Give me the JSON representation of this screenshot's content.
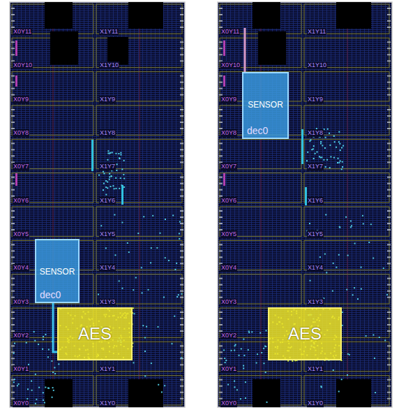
{
  "diagram": {
    "nodes": [
      {
        "text": [
          "SENSOR",
          "dec0"
        ]
      },
      {
        "text": [
          "AES"
        ]
      },
      {
        "text": [
          "SENSOR",
          "dec0"
        ]
      },
      {
        "text": [
          "AES"
        ]
      }
    ],
    "edges": [
      {
        "from": 0,
        "to": 1,
        "arrow": "none"
      }
    ],
    "labels": [
      "X0Y11",
      "X1Y11",
      "X0Y10",
      "X1Y10",
      "X0Y9",
      "X1Y9",
      "X0Y8",
      "X1Y8",
      "X0Y7",
      "X1Y7",
      "X0Y6",
      "X1Y6",
      "X0Y5",
      "X1Y5",
      "X0Y4",
      "X1Y4",
      "X0Y3",
      "X1Y3",
      "X0Y2",
      "X0Y1",
      "X1Y1",
      "X0Y0",
      "X1Y0",
      "X0Y11",
      "X1Y11",
      "X0Y10",
      "X1Y10",
      "X0Y9",
      "X1Y9",
      "X0Y8",
      "X1Y8",
      "X0Y7",
      "X1Y7",
      "X0Y6",
      "X1Y6",
      "X0Y5",
      "X1Y5",
      "X0Y4",
      "X1Y4",
      "X0Y3",
      "X1Y3",
      "X0Y2",
      "X0Y1",
      "X1Y1",
      "X0Y0",
      "X1Y0"
    ]
  }
}
